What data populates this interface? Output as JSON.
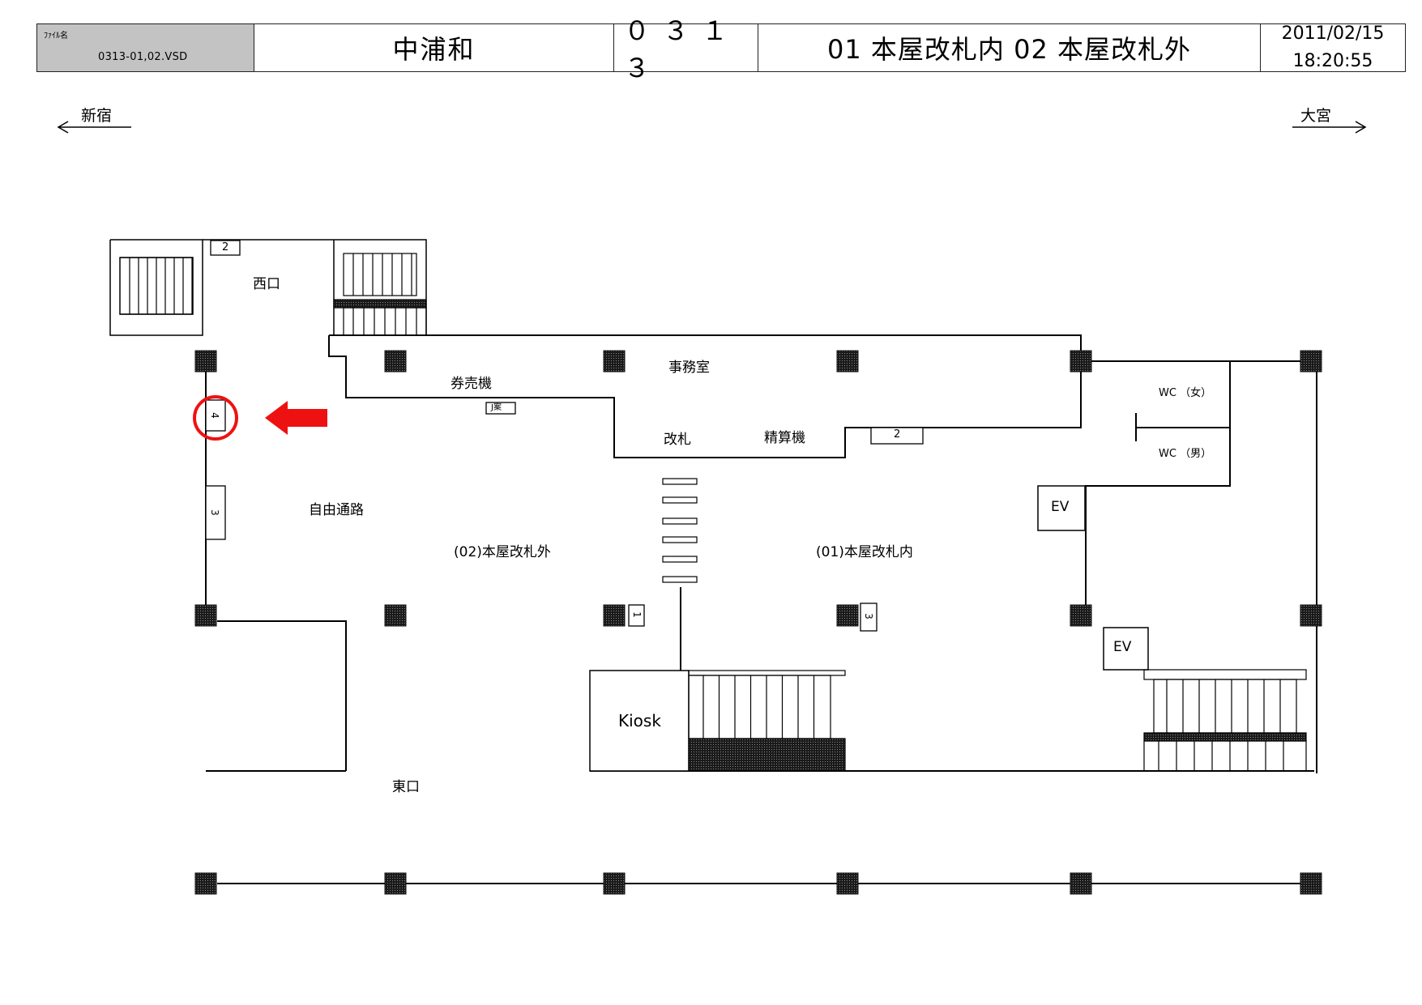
{
  "header": {
    "file_label": "ﾌｧｲﾙ名",
    "file_name": "0313-01,02.VSD",
    "station": "中浦和",
    "code": "０３１３",
    "description": "01 本屋改札内 02 本屋改札外",
    "date": "2011/02/15",
    "time": "18:20:55"
  },
  "directions": {
    "left": "新宿",
    "right": "大宮"
  },
  "labels": {
    "west_exit": "西口",
    "ticket_machine": "券売機",
    "office": "事務室",
    "ticket_gate": "改札",
    "fare_adjust": "精算機",
    "free_passage": "自由通路",
    "outside_gate": "(02)本屋改札外",
    "inside_gate": "(01)本屋改札内",
    "wc_female": "WC （女）",
    "wc_male": "WC （男）",
    "ev_upper": "EV",
    "ev_lower": "EV",
    "kiosk": "Kiosk",
    "east_exit": "東口",
    "info_sign": "J案"
  },
  "boards": {
    "b_top_2": "2",
    "b_left_4": "4",
    "b_left_3": "3",
    "b_gate_2": "2",
    "b_pillar_1": "1",
    "b_pillar_3": "3"
  },
  "colors": {
    "highlight": "#ee1111",
    "pillar": "#2a2a2a",
    "header_gray": "#c3c3c3"
  }
}
